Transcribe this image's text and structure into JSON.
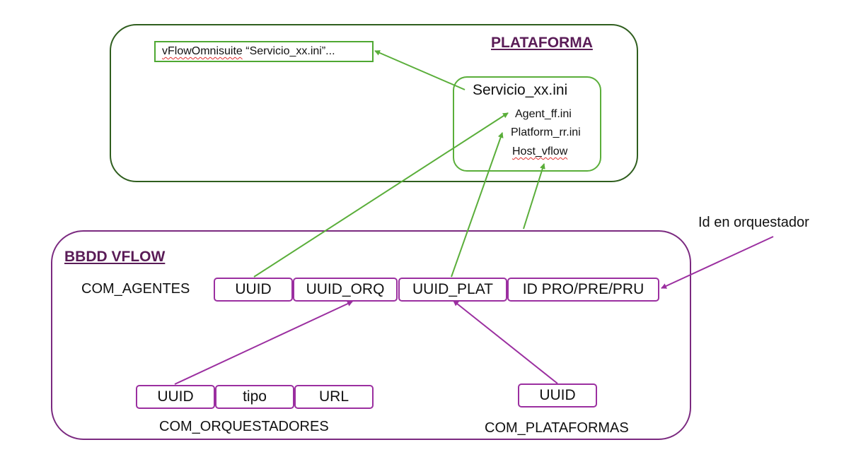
{
  "plataforma": {
    "title": "PLATAFORMA",
    "note": {
      "word1": "vFlowOmnisuite",
      "rest": " “Servicio_xx.ini”..."
    },
    "servicio": {
      "title": "Servicio_xx.ini",
      "items": [
        "Agent_ff.ini",
        "Platform_rr.ini",
        "Host_vflow"
      ]
    }
  },
  "bbdd": {
    "title": "BBDD VFLOW",
    "com_agentes": {
      "label": "COM_AGENTES",
      "fields": [
        "UUID",
        "UUID_ORQ",
        "UUID_PLAT",
        "ID PRO/PRE/PRU"
      ]
    },
    "com_orquestadores": {
      "label": "COM_ORQUESTADORES",
      "fields": [
        "UUID",
        "tipo",
        "URL"
      ]
    },
    "com_plataformas": {
      "label": "COM_PLATAFORMAS",
      "fields": [
        "UUID"
      ]
    }
  },
  "external_label": "Id en orquestador",
  "colors": {
    "plataforma_border": "#2f5e1e",
    "servicio_border": "#5aae3a",
    "bbdd_border": "#7b2a80",
    "field_border": "#9b2fa0",
    "green_arrow": "#5aae3a",
    "purple_arrow": "#9b2fa0",
    "title_color": "#5a1c57"
  },
  "connections": [
    {
      "from": "servicio",
      "to": "note",
      "color": "green"
    },
    {
      "from": "com_agentes.UUID",
      "to": "servicio.Agent_ff.ini",
      "color": "green"
    },
    {
      "from": "com_agentes.UUID_PLAT",
      "to": "servicio.Platform_rr.ini",
      "color": "green"
    },
    {
      "from": "bbdd",
      "to": "servicio.Host_vflow",
      "color": "green"
    },
    {
      "from": "com_orquestadores.UUID",
      "to": "com_agentes.UUID_ORQ",
      "color": "purple"
    },
    {
      "from": "com_plataformas.UUID",
      "to": "com_agentes.UUID_PLAT",
      "color": "purple"
    },
    {
      "from": "external_label",
      "to": "com_agentes.ID PRO/PRE/PRU",
      "color": "purple"
    }
  ]
}
